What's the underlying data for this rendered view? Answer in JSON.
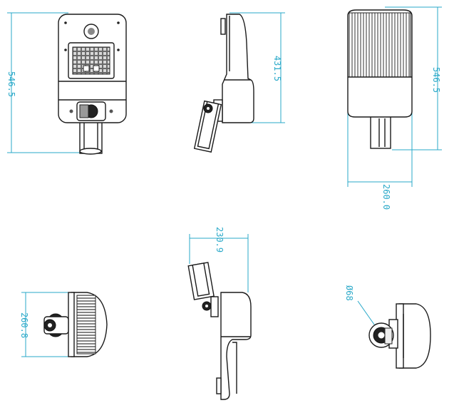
{
  "dimensions": {
    "front_height": "546.5",
    "side_height": "431.5",
    "back_height": "546.5",
    "back_width": "260.0",
    "top_width": "260.8",
    "iso_width": "230.9",
    "pole_diameter": "Ø68"
  },
  "colors": {
    "dimension": "#2aa9c9",
    "outline": "#1a1a1a"
  }
}
